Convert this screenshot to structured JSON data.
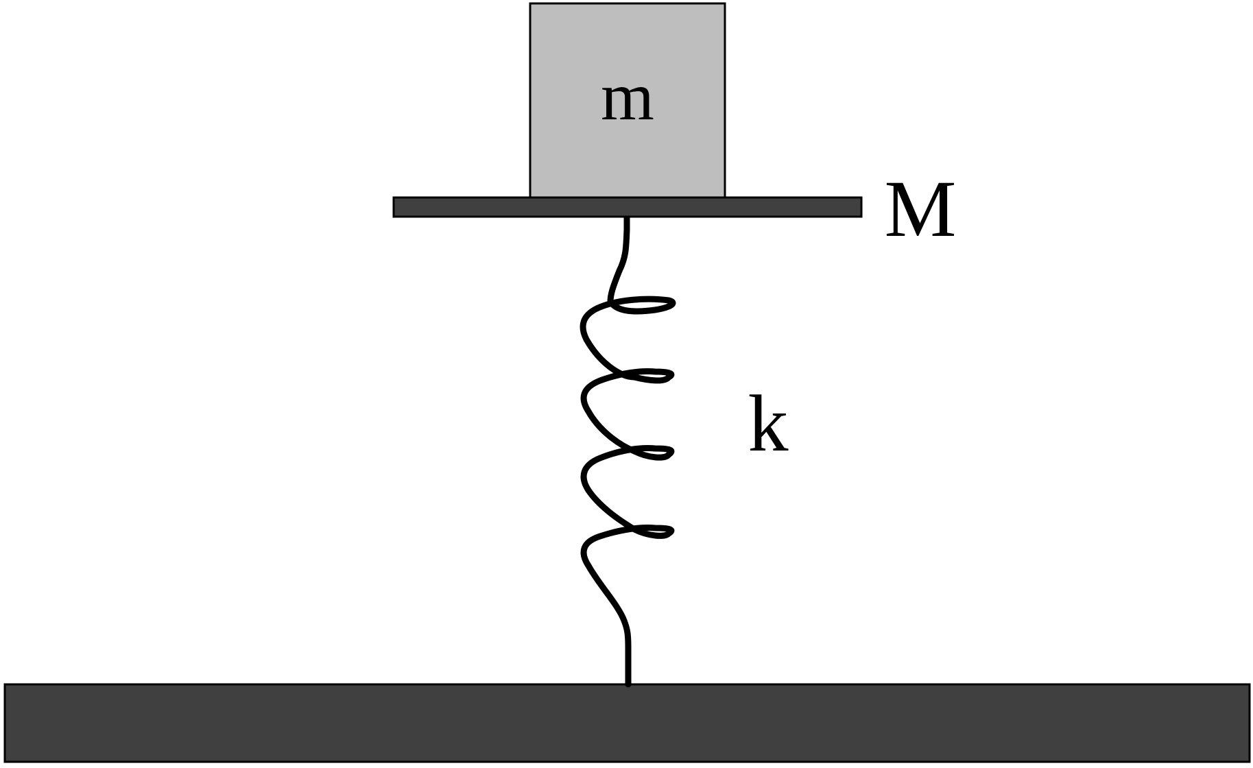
{
  "labels": {
    "block_mass": "m",
    "platform_mass": "M",
    "spring_constant": "k"
  },
  "colors": {
    "block_fill": "#bebebe",
    "platform_fill": "#404040",
    "ground_fill": "#404040",
    "stroke": "#000000",
    "spring": "#000000"
  }
}
